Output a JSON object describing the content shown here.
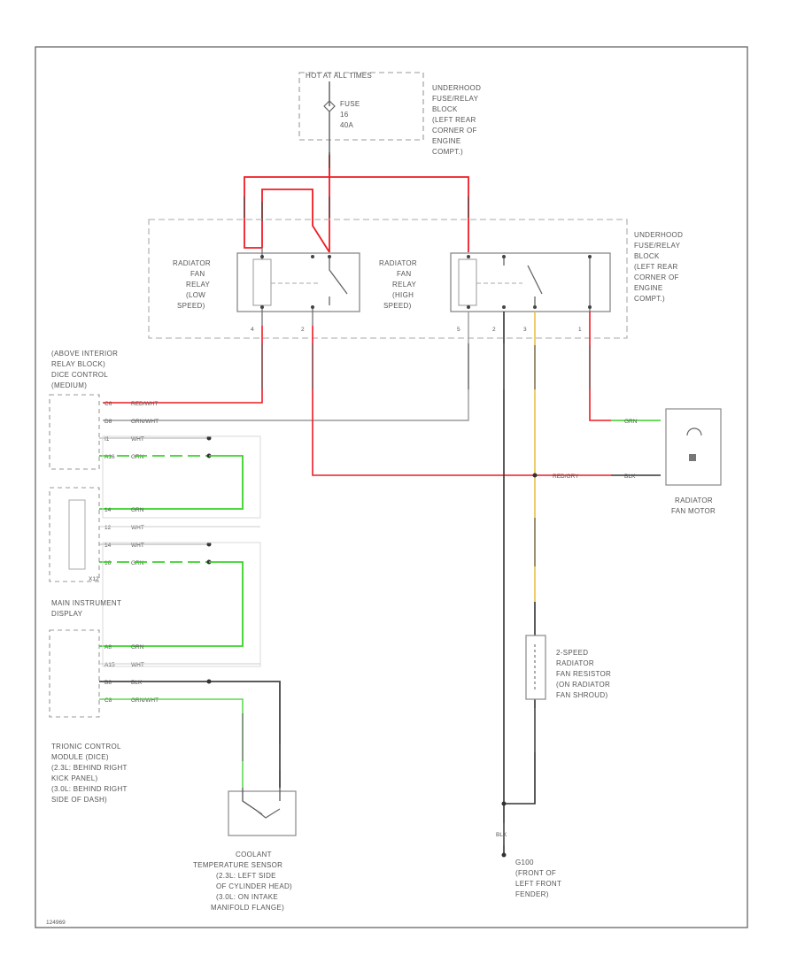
{
  "diagram": {
    "fuse_box": {
      "header": "HOT AT ALL TIMES",
      "fuse_lines": [
        "FUSE",
        "16",
        "40A"
      ],
      "location": [
        "UNDERHOOD",
        "FUSE/RELAY",
        "BLOCK",
        "(LEFT REAR",
        "CORNER OF",
        "ENGINE",
        "COMPT.)"
      ]
    },
    "relay_block": {
      "location": [
        "UNDERHOOD",
        "FUSE/RELAY",
        "BLOCK",
        "(LEFT REAR",
        "CORNER OF",
        "ENGINE",
        "COMPT.)"
      ],
      "low_relay": [
        "RADIATOR",
        "FAN",
        "RELAY",
        "(LOW",
        "SPEED)"
      ],
      "high_relay": [
        "RADIATOR",
        "FAN",
        "RELAY",
        "(HIGH",
        "SPEED)"
      ],
      "pins": [
        "4",
        "2",
        "5",
        "2",
        "3",
        "1"
      ]
    },
    "interior_block": {
      "title": [
        "(ABOVE INTERIOR",
        "RELAY BLOCK)",
        "DICE CONTROL",
        "(MEDIUM)"
      ],
      "pins": [
        "C6",
        "D8",
        "I1",
        "A16"
      ],
      "wires": [
        "RED/WHT",
        "GRN/WHT",
        "WHT",
        "GRN"
      ]
    },
    "connector_x12": {
      "label": "X12",
      "pins": [
        "14",
        "12",
        "14",
        "16"
      ],
      "wires": [
        "GRN",
        "WHT",
        "WHT",
        "GRN"
      ]
    },
    "instrument": {
      "title": [
        "MAIN INSTRUMENT",
        "DISPLAY"
      ],
      "pins": [
        "A8",
        "A15",
        "B8",
        "C8"
      ],
      "wires": [
        "GRN",
        "WHT",
        "BLK",
        "GRN/WHT"
      ]
    },
    "trionic": {
      "title": [
        "TRIONIC CONTROL",
        "MODULE (DICE)",
        "(2.3L: BEHIND RIGHT",
        "KICK PANEL)",
        "(3.0L: BEHIND RIGHT",
        "SIDE OF DASH)"
      ]
    },
    "coolant_sensor": {
      "title": [
        "COOLANT",
        "TEMPERATURE SENSOR",
        "(2.3L: LEFT SIDE",
        "OF CYLINDER HEAD)",
        "(3.0L: ON INTAKE",
        "MANIFOLD FLANGE)"
      ]
    },
    "fan_motor": {
      "title": [
        "RADIATOR",
        "FAN MOTOR"
      ],
      "wires": [
        "GRN",
        "RED/GRY",
        "BLK"
      ]
    },
    "resistor": {
      "title": [
        "2-SPEED",
        "RADIATOR",
        "FAN RESISTOR",
        "(ON RADIATOR",
        "FAN SHROUD)"
      ]
    },
    "ground": {
      "title": [
        "G100",
        "(FRONT OF",
        "LEFT FRONT",
        "FENDER)"
      ],
      "wire": "BLK"
    },
    "figure_id": "124969"
  },
  "colors": {
    "red": "#ee1c24",
    "green": "#39d22a",
    "yellow": "#e8c14a",
    "black": "#333333",
    "gray": "#9a9a9a",
    "outline": "#8a8a8a"
  }
}
